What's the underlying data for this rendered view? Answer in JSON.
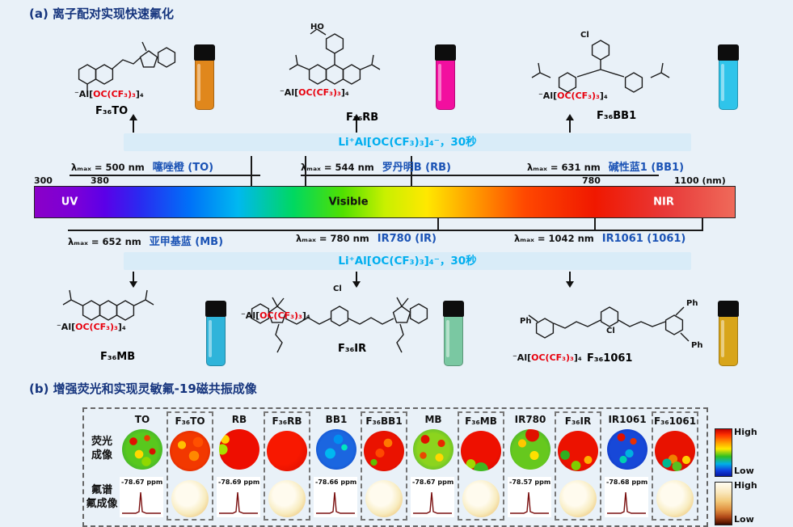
{
  "colors": {
    "background": "#e9f1f8",
    "banner_bg": "#d9ecf8",
    "banner_text": "#00aeef",
    "title_text": "#16357e",
    "dye_name_text": "#1b53b5",
    "anion_red": "#e8000d"
  },
  "panel_a": {
    "title": "(a) 离子配对实现快速氟化",
    "banner_top": "Li⁺Al[OC(CF₃)₃]₄⁻，30秒",
    "banner_bottom": "Li⁺Al[OC(CF₃)₃]₄⁻，30秒",
    "spectrum": {
      "ticks": [
        "300",
        "380",
        "780",
        "1100 (nm)"
      ],
      "regions": [
        "UV",
        "Visible",
        "NIR"
      ]
    },
    "top_dyes": [
      {
        "lambda": "λₘₐₓ = 500 nm",
        "name": "噻唑橙 (TO)"
      },
      {
        "lambda": "λₘₐₓ = 544 nm",
        "name": "罗丹明B (RB)"
      },
      {
        "lambda": "λₘₐₓ = 631 nm",
        "name": "碱性蓝1 (BB1)"
      }
    ],
    "bottom_dyes": [
      {
        "lambda": "λₘₐₓ = 652 nm",
        "name": "亚甲基蓝 (MB)"
      },
      {
        "lambda": "λₘₐₓ = 780 nm",
        "name": "IR780 (IR)"
      },
      {
        "lambda": "λₘₐₓ = 1042 nm",
        "name": "IR1061 (1061)"
      }
    ],
    "compounds": {
      "to": {
        "name": "F₃₆TO",
        "anion_pre": "⁻Al[",
        "anion_red": "OC(CF₃)₃",
        "anion_post": "]₄",
        "vial_color": "#e0871c",
        "atoms": []
      },
      "rb": {
        "name": "F₃₆RB",
        "anion_pre": "⁻Al[",
        "anion_red": "OC(CF₃)₃",
        "anion_post": "]₄",
        "vial_color": "#f20f9f",
        "atoms": [
          "HO"
        ]
      },
      "bb1": {
        "name": "F₃₆BB1",
        "anion_pre": "⁻Al[",
        "anion_red": "OC(CF₃)₃",
        "anion_post": "]₄",
        "vial_color": "#2fc4ea",
        "atoms": [
          "Cl"
        ]
      },
      "mb": {
        "name": "F₃₆MB",
        "anion_pre": "⁻Al[",
        "anion_red": "OC(CF₃)₃",
        "anion_post": "]₄",
        "vial_color": "#2fb4da",
        "atoms": []
      },
      "ir": {
        "name": "F₃₆IR",
        "anion_pre": "⁻Al[",
        "anion_red": "OC(CF₃)₃",
        "anion_post": "]₄",
        "vial_color": "#7ac8a2",
        "atoms": [
          "Cl"
        ]
      },
      "x1061": {
        "name": "F₃₆1061",
        "anion_pre": "⁻Al[",
        "anion_red": "OC(CF₃)₃",
        "anion_post": "]₄",
        "vial_color": "#d8a51a",
        "atoms": [
          "Cl",
          "Ph",
          "Ph",
          "Ph"
        ]
      }
    }
  },
  "panel_b": {
    "title": "(b) 增强荧光和实现灵敏氟-19磁共振成像",
    "row_labels": {
      "fluor_line1": "荧光",
      "fluor_line2": "成像",
      "f19_line1": "氟谱",
      "f19_line2": "氟成像"
    },
    "colorbars": {
      "fluor": {
        "high": "High",
        "low": "Low"
      },
      "f19": {
        "high": "High",
        "low": "Low"
      }
    },
    "pairs": [
      {
        "free_label": "TO",
        "f_label": "F₃₆TO",
        "ppm": "-78.67 ppm",
        "free_heat": "green-specks",
        "f_heat": "orange-mottle",
        "mri_heat": "copper"
      },
      {
        "free_label": "RB",
        "f_label": "F₃₆RB",
        "ppm": "-78.69 ppm",
        "free_heat": "red-edge",
        "f_heat": "red",
        "mri_heat": "copper"
      },
      {
        "free_label": "BB1",
        "f_label": "F₃₆BB1",
        "ppm": "-78.66 ppm",
        "free_heat": "blue-cyan",
        "f_heat": "red-orange",
        "mri_heat": "copper"
      },
      {
        "free_label": "MB",
        "f_label": "F₃₆MB",
        "ppm": "-78.67 ppm",
        "free_heat": "green-red-spots",
        "f_heat": "red-green-bottom",
        "mri_heat": "copper"
      },
      {
        "free_label": "IR780",
        "f_label": "F₃₆IR",
        "ppm": "-78.57 ppm",
        "free_heat": "green-red-top",
        "f_heat": "red-green-mix",
        "mri_heat": "copper"
      },
      {
        "free_label": "IR1061",
        "f_label": "F₃₆1061",
        "ppm": "-78.68 ppm",
        "free_heat": "blue-red-spots",
        "f_heat": "red-mosaic",
        "mri_heat": "copper"
      }
    ]
  }
}
